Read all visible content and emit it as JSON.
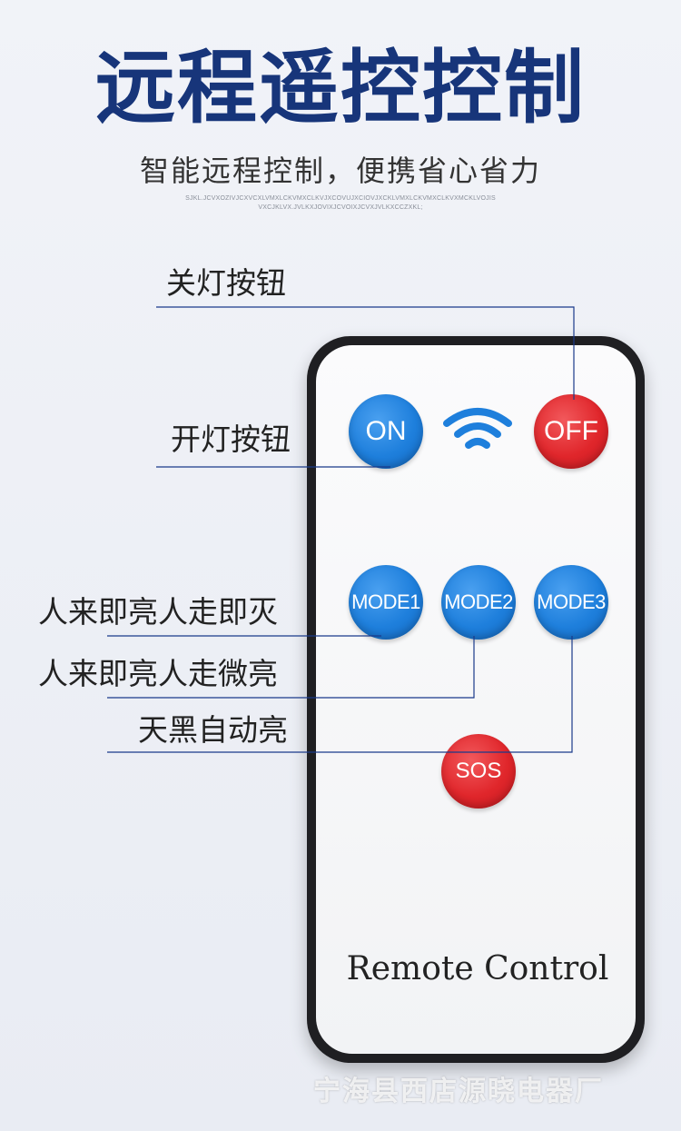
{
  "header": {
    "title": "远程遥控控制",
    "subtitle": "智能远程控制，便携省心省力",
    "fine_print_line1": "SJKL.JCVXOZIVJCXVCXLVMXLCKVMXCLKVJXCOVUJXCIOVJXCKLVMXLCKVMXCLKVXMCKLVOJIS",
    "fine_print_line2": "VXCJKLVX.JVLKXJOVIXJCVOIXJCVXJVLKXCCZXKL;"
  },
  "remote": {
    "buttons": {
      "on": "ON",
      "off": "OFF",
      "mode1": "MODE1",
      "mode2": "MODE2",
      "mode3": "MODE3",
      "sos": "SOS"
    },
    "label": "Remote Control",
    "icons": {
      "signal": "wifi-icon"
    }
  },
  "callouts": {
    "off_button": "关灯按钮",
    "on_button": "开灯按钮",
    "mode1": "人来即亮人走即灭",
    "mode2": "人来即亮人走微亮",
    "mode3": "天黑自动亮"
  },
  "watermark": "宁海县西店源晓电器厂",
  "colors": {
    "title": "#17357a",
    "blue_button": "#1e7fdc",
    "red_button": "#e0262b",
    "leader_line": "#1a3a8a"
  }
}
